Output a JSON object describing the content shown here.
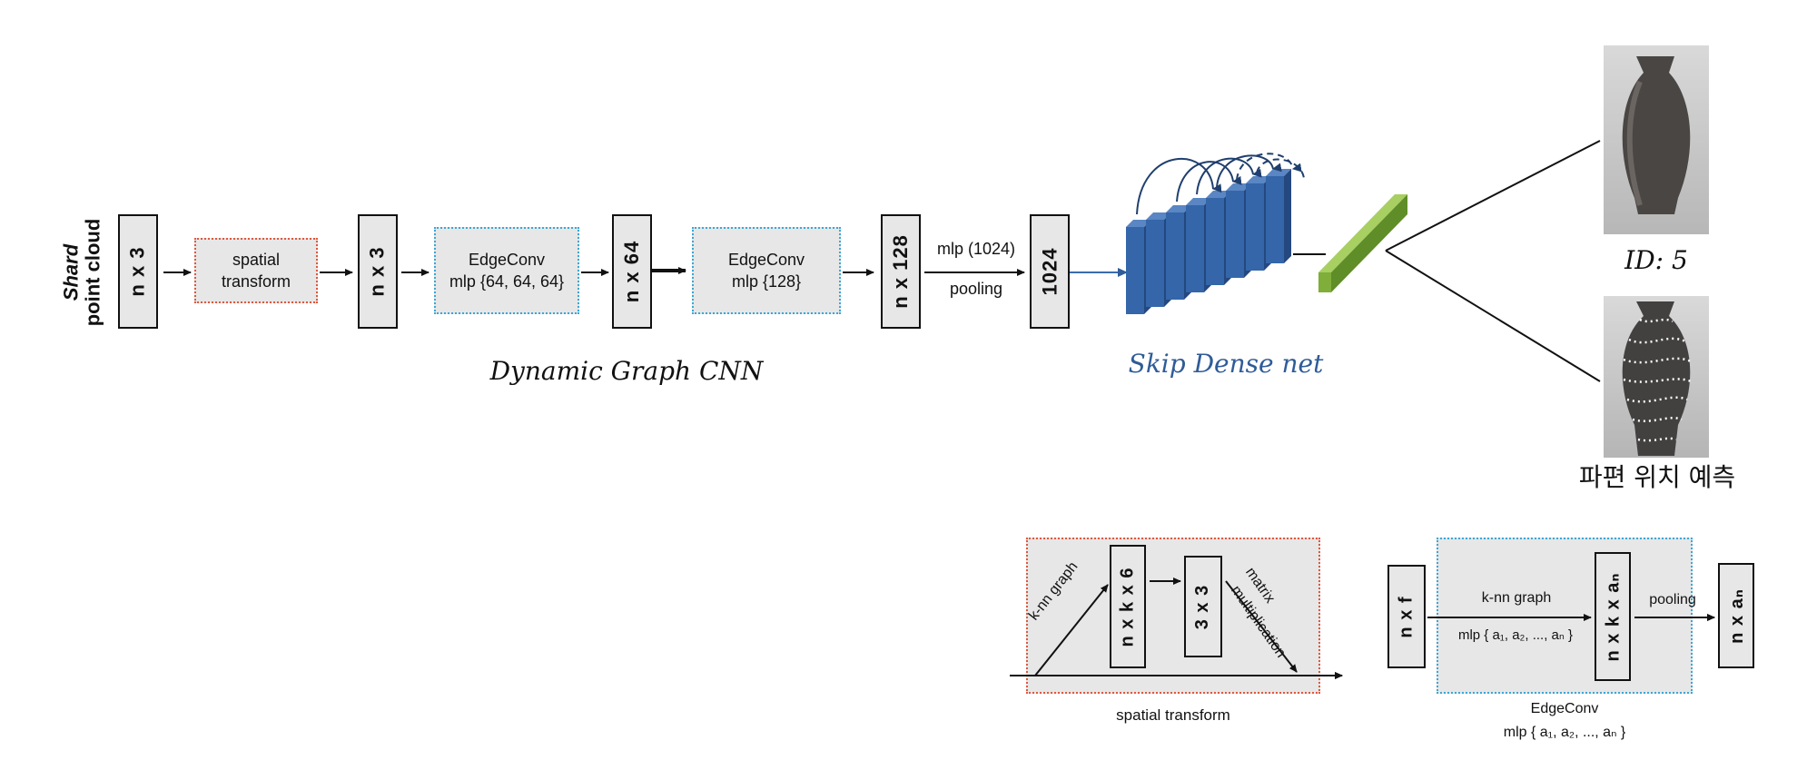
{
  "colors": {
    "arrow": "#111111",
    "skip_blue": "#2f5c98",
    "green": "#7fae3a",
    "red_dots": "#e2573b",
    "blue_dots": "#3aa7d8"
  },
  "input": {
    "label_top": "Shard",
    "label_bottom": "point cloud",
    "dims": "n x 3"
  },
  "top": {
    "spatial_transform": "spatial transform",
    "dims_after_transform": "n x 3",
    "edgeconv1": {
      "title": "EdgeConv",
      "mlp": "mlp {64, 64, 64}"
    },
    "dims_64": "n x 64",
    "edgeconv2": {
      "title": "EdgeConv",
      "mlp": "mlp {128}"
    },
    "dims_128": "n x 128",
    "mlp_label": "mlp (1024)",
    "pooling_label": "pooling",
    "dims_1024": "1024",
    "dgcnn_caption": "Dynamic Graph CNN",
    "skip_caption": "Skip Dense net"
  },
  "outputs": {
    "id_label": "ID: 5",
    "position_label": "파편 위치 예측"
  },
  "bottom_left": {
    "knn_graph": "k-nn graph",
    "dims_nxkx6": "n x k x 6",
    "dims_3x3": "3 x 3",
    "matrix_label": "matrix",
    "multiplication_label": "multiplication",
    "caption": "spatial transform"
  },
  "bottom_right": {
    "dims_nxf": "n x f",
    "knn_graph": "k-nn graph",
    "mlp_inner": "mlp { a₁, a₂, ..., aₙ }",
    "dims_nxkxan": "n x k x aₙ",
    "pooling": "pooling",
    "dims_nxan": "n x aₙ",
    "caption_title": "EdgeConv",
    "caption_mlp": "mlp { a₁, a₂, ..., aₙ }"
  }
}
